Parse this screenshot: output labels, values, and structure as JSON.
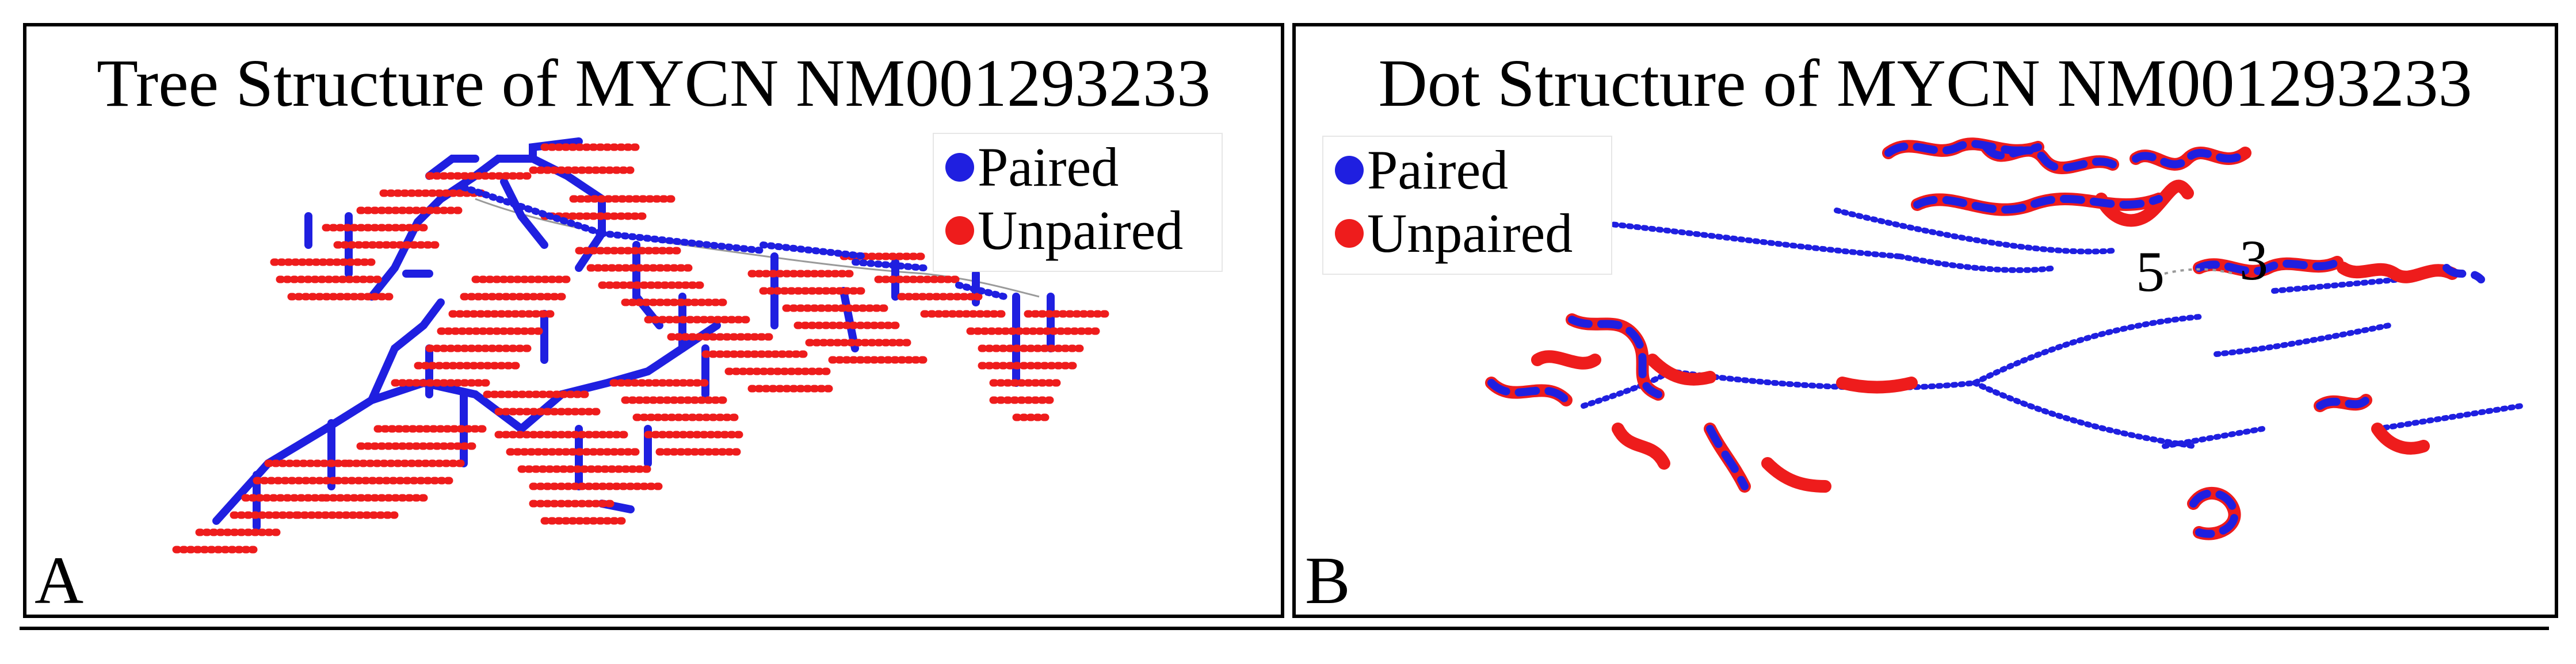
{
  "colors": {
    "paired": "#1f1fe0",
    "unpaired": "#ee1c1c",
    "frame": "#000000"
  },
  "panel_a": {
    "title": "Tree Structure of MYCN NM001293233",
    "label": "A",
    "legend": {
      "paired": "Paired",
      "unpaired": "Unpaired"
    }
  },
  "panel_b": {
    "title": "Dot Structure of MYCN NM001293233",
    "label": "B",
    "legend": {
      "paired": "Paired",
      "unpaired": "Unpaired"
    },
    "five_prime": "5",
    "three_prime": "3"
  }
}
